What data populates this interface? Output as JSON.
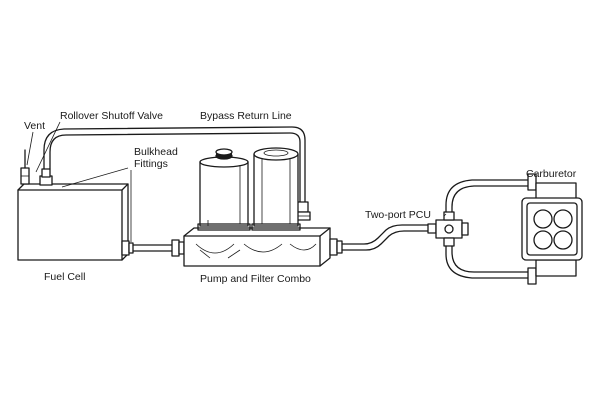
{
  "labels": {
    "vent": "Vent",
    "rollover": "Rollover Shutoff Valve",
    "bypass": "Bypass Return Line",
    "bulkhead": "Bulkhead",
    "fittings": "Fittings",
    "fuel_cell": "Fuel Cell",
    "pump_filter": "Pump and Filter Combo",
    "pcu": "Two-port PCU",
    "carburetor": "Carburetor"
  }
}
